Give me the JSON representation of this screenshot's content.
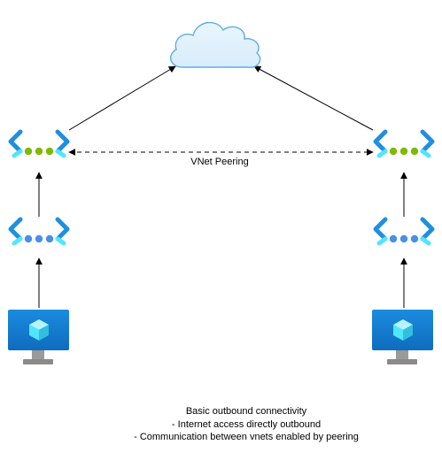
{
  "diagram": {
    "nodes": [
      {
        "id": "internet",
        "kind": "cloud-icon"
      },
      {
        "id": "left-vnet-gateway",
        "kind": "virtual-network-icon",
        "dot_color": "#7fba00"
      },
      {
        "id": "right-vnet-gateway",
        "kind": "virtual-network-icon",
        "dot_color": "#7fba00"
      },
      {
        "id": "left-subnet",
        "kind": "virtual-network-icon",
        "dot_color": "#4a8fe7"
      },
      {
        "id": "right-subnet",
        "kind": "virtual-network-icon",
        "dot_color": "#4a8fe7"
      },
      {
        "id": "left-vm",
        "kind": "virtual-machine-icon"
      },
      {
        "id": "right-vm",
        "kind": "virtual-machine-icon"
      }
    ],
    "edges": [
      {
        "from": "left-vm",
        "to": "left-subnet",
        "style": "solid-arrow"
      },
      {
        "from": "left-subnet",
        "to": "left-vnet-gateway",
        "style": "solid-arrow"
      },
      {
        "from": "left-vnet-gateway",
        "to": "internet",
        "style": "solid-arrow"
      },
      {
        "from": "right-vm",
        "to": "right-subnet",
        "style": "solid-arrow"
      },
      {
        "from": "right-subnet",
        "to": "right-vnet-gateway",
        "style": "solid-arrow"
      },
      {
        "from": "right-vnet-gateway",
        "to": "internet",
        "style": "solid-arrow"
      },
      {
        "from": "left-vnet-gateway",
        "to": "right-vnet-gateway",
        "style": "dashed-bidirectional",
        "label": "VNet Peering"
      }
    ],
    "colors": {
      "cloud_light": "#e3f2fc",
      "cloud_dark": "#5eaee4",
      "bracket_dark": "#1f8fe0",
      "bracket_light": "#50e6ff",
      "monitor": "#1479d4",
      "monitor_stand": "#909090",
      "cube": "#50e6ff"
    }
  },
  "caption": {
    "line1": "Basic outbound connectivity",
    "line2": "- Internet access directly outbound",
    "line3": "- Communication between vnets enabled by peering"
  }
}
